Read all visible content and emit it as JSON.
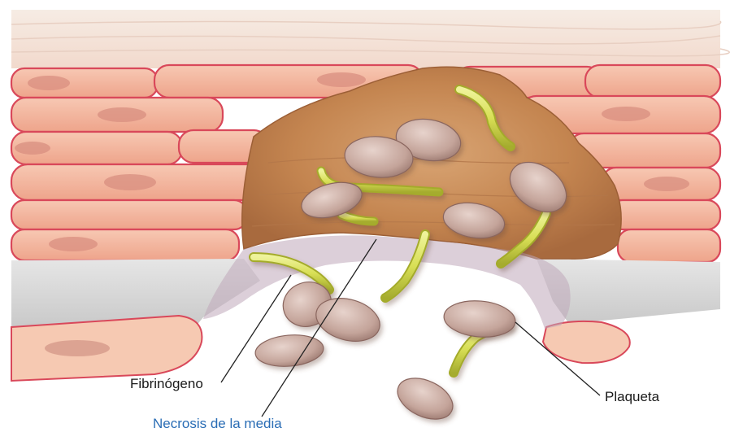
{
  "labels": {
    "fibrinogen": "Fibrinógeno",
    "media_necrosis": "Necrosis de la media",
    "platelet": "Plaqueta"
  },
  "colors": {
    "label_default": "#1a1a1a",
    "label_highlight": "#2a6db5",
    "vessel_wall": "#f2b8a0",
    "cell_border": "#d9485a",
    "necrotic_tissue": "#c88a55",
    "fibrin": "#d7df5a",
    "platelet": "#c9aaa0",
    "endothelial_gap": "#d4d4d4"
  },
  "icons": {
    "platelet": "platelet-icon",
    "fibrin_strand": "fibrin-strand-icon"
  }
}
